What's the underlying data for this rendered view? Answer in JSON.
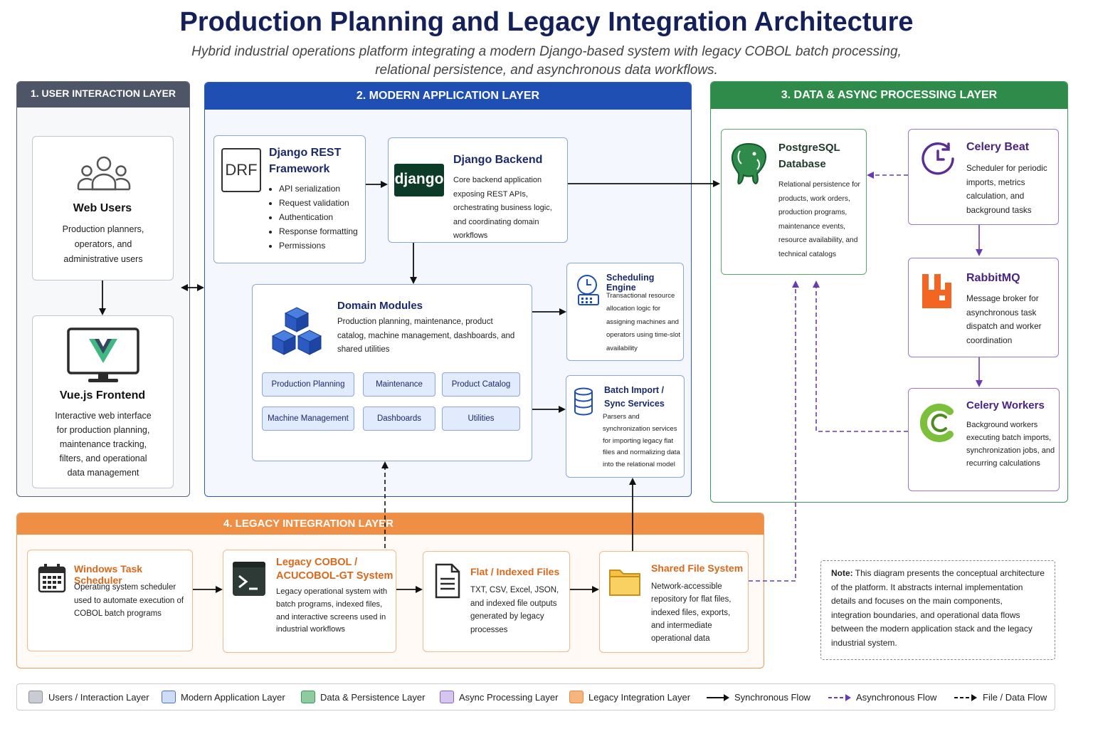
{
  "title": "Production Planning and Legacy Integration Architecture",
  "subtitle": "Hybrid industrial operations platform integrating a modern Django-based system with legacy COBOL batch processing, relational persistence, and asynchronous data workflows.",
  "layers": {
    "user": "1. USER INTERACTION LAYER",
    "modern": "2. MODERN APPLICATION LAYER",
    "data": "3. DATA & ASYNC PROCESSING LAYER",
    "legacy": "4. LEGACY INTEGRATION LAYER"
  },
  "colors": {
    "user": "#4d5566",
    "modern": "#1f4fb3",
    "data": "#2e8b4a",
    "async": "#7a48b8",
    "legacy": "#ef8f45",
    "title": "#14205a"
  },
  "web_users": {
    "title": "Web Users",
    "text": "Production planners, operators, and administrative users",
    "icon": "users-icon"
  },
  "vue": {
    "title": "Vue.js Frontend",
    "text": "Interactive web interface for production planning, maintenance tracking, filters, and operational data management",
    "icon": "vue-monitor-icon"
  },
  "drf": {
    "title": "Django REST Framework",
    "logo": "DRF",
    "bullets": [
      "API serialization",
      "Request validation",
      "Authentication",
      "Response formatting",
      "Permissions"
    ]
  },
  "django": {
    "title": "Django Backend",
    "logo": "django",
    "text": "Core backend application exposing REST APIs, orchestrating business logic, and coordinating domain workflows"
  },
  "domain": {
    "title": "Domain Modules",
    "text": "Production planning, maintenance, product catalog, machine management, dashboards, and shared utilities",
    "icon": "cubes-icon",
    "modules": [
      "Production Planning",
      "Maintenance",
      "Product Catalog",
      "Machine Management",
      "Dashboards",
      "Utilities"
    ]
  },
  "scheduling": {
    "title": "Scheduling Engine",
    "text": "Transactional resource allocation logic for assigning machines and operators using time-slot availability",
    "icon": "clock-calendar-icon"
  },
  "batch": {
    "title": "Batch Import / Sync Services",
    "text": "Parsers and synchronization services for importing legacy flat files and normalizing data into the relational model",
    "icon": "database-icon"
  },
  "postgres": {
    "title": "PostgreSQL Database",
    "text": "Relational persistence for products, work orders, production programs, maintenance events, resource availability, and technical catalogs",
    "icon": "elephant-icon"
  },
  "celery_beat": {
    "title": "Celery Beat",
    "text": "Scheduler for periodic imports, metrics calculation, and background tasks",
    "icon": "timer-icon"
  },
  "rabbitmq": {
    "title": "RabbitMQ",
    "text": "Message broker for asynchronous task dispatch and worker coordination",
    "icon": "rabbitmq-icon"
  },
  "celery_workers": {
    "title": "Celery Workers",
    "text": "Background workers executing batch imports, synchronization jobs, and recurring calculations",
    "icon": "celery-icon"
  },
  "win_sched": {
    "title": "Windows Task Scheduler",
    "text": "Operating system scheduler used to automate execution of COBOL batch programs",
    "icon": "calendar-icon"
  },
  "cobol": {
    "title": "Legacy COBOL / ACUCOBOL-GT System",
    "text": "Legacy operational system with batch programs, indexed files, and interactive screens used in industrial workflows",
    "icon": "terminal-icon"
  },
  "flat_files": {
    "title": "Flat / Indexed Files",
    "text": "TXT, CSV, Excel, JSON, and indexed file outputs generated by legacy processes",
    "icon": "document-icon"
  },
  "shared_fs": {
    "title": "Shared File System",
    "text": "Network-accessible repository for flat files, indexed files, exports, and intermediate operational data",
    "icon": "folder-icon"
  },
  "note": {
    "label": "Note:",
    "text": " This diagram presents the conceptual architecture of the platform. It abstracts internal implementation details and focuses on the main components, integration boundaries, and operational data flows between the modern application stack and the legacy industrial system."
  },
  "legend": {
    "users": "Users / Interaction Layer",
    "modern": "Modern Application Layer",
    "data": "Data & Persistence Layer",
    "async": "Async Processing Layer",
    "legacy": "Legacy Integration Layer",
    "sync": "Synchronous Flow",
    "async_flow": "Asynchronous Flow",
    "file_flow": "File / Data Flow"
  }
}
